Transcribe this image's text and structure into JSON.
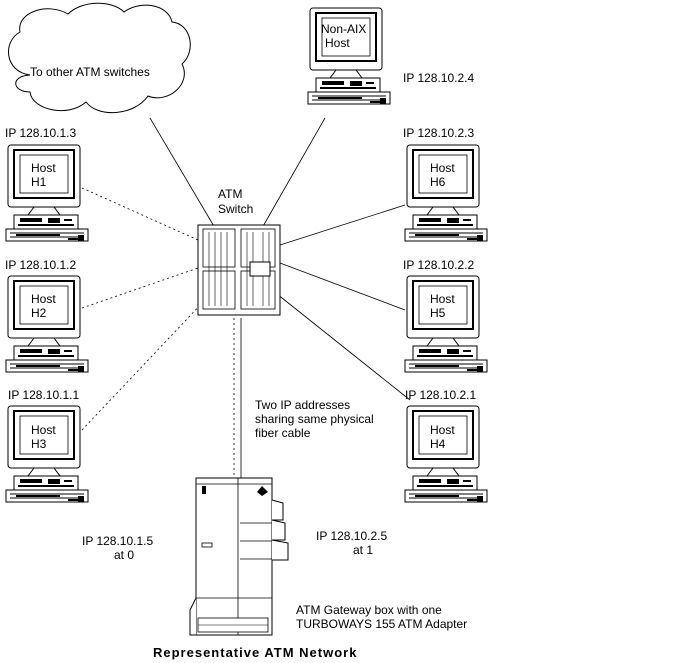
{
  "cloud": {
    "label": "To other ATM switches"
  },
  "switch": {
    "label_line1": "ATM",
    "label_line2": "Switch"
  },
  "hosts": {
    "nonaix": {
      "line1": "Non-AIX",
      "line2": "Host",
      "ip": "IP 128.10.2.4"
    },
    "h1": {
      "line1": "Host",
      "line2": "H1",
      "ip": "IP 128.10.1.3"
    },
    "h2": {
      "line1": "Host",
      "line2": "H2",
      "ip": "IP 128.10.1.2"
    },
    "h3": {
      "line1": "Host",
      "line2": "H3",
      "ip": "IP 128.10.1.1"
    },
    "h6": {
      "line1": "Host",
      "line2": "H6",
      "ip": "IP 128.10.2.3"
    },
    "h5": {
      "line1": "Host",
      "line2": "H5",
      "ip": "IP 128.10.2.2"
    },
    "h4": {
      "line1": "Host",
      "line2": "H4",
      "ip": "IP 128.10.2.1"
    }
  },
  "fiber_note": {
    "line1": "Two IP addresses",
    "line2": "sharing same physical",
    "line3": "fiber cable"
  },
  "gateway": {
    "left_ip": "IP 128.10.1.5",
    "left_at": "at 0",
    "right_ip": "IP 128.10.2.5",
    "right_at": "at 1",
    "desc_line1": "ATM Gateway box with one",
    "desc_line2": "TURBOWAYS 155 ATM Adapter"
  },
  "caption": "Representative ATM Network"
}
